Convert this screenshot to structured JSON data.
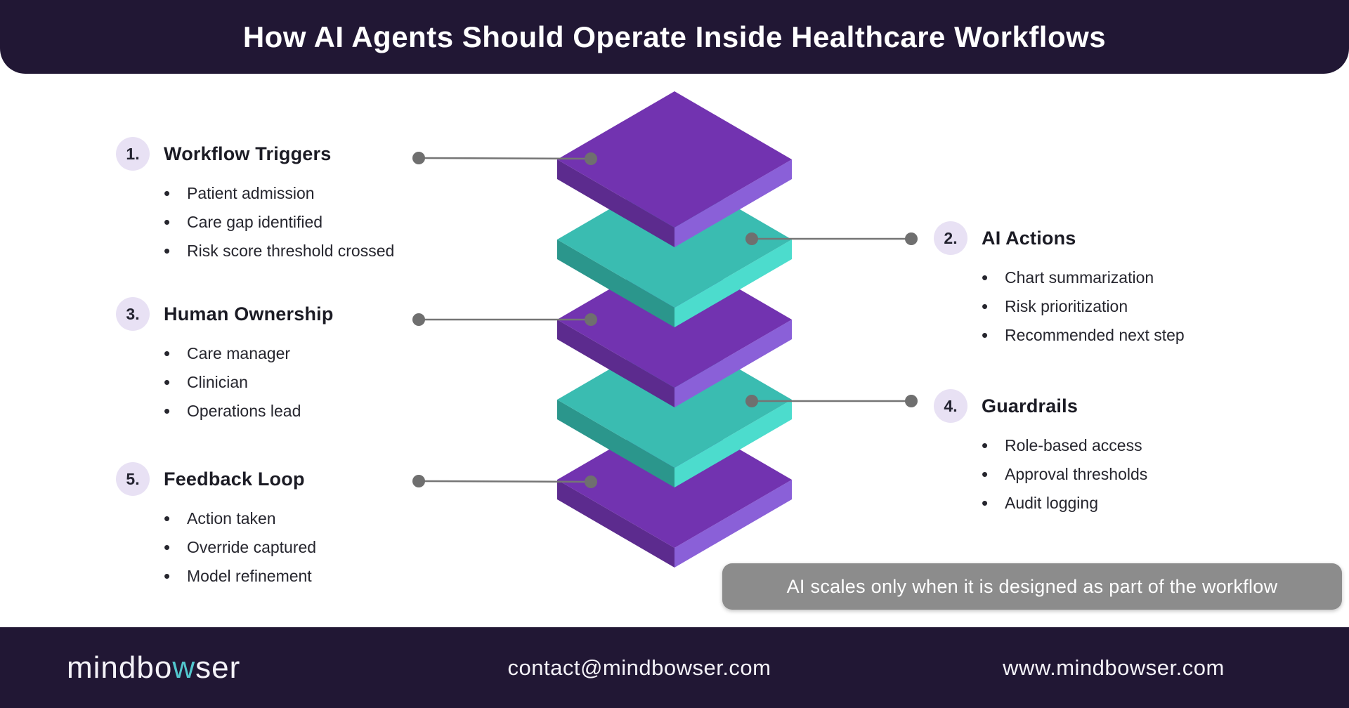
{
  "header": {
    "title": "How AI Agents Should Operate Inside Healthcare Workflows"
  },
  "sections": [
    {
      "num": "1.",
      "title": "Workflow Triggers",
      "side": "left",
      "items": [
        "Patient admission",
        "Care gap identified",
        "Risk score threshold crossed"
      ]
    },
    {
      "num": "2.",
      "title": "AI Actions",
      "side": "right",
      "items": [
        "Chart summarization",
        "Risk prioritization",
        "Recommended next step"
      ]
    },
    {
      "num": "3.",
      "title": "Human Ownership",
      "side": "left",
      "items": [
        "Care manager",
        "Clinician",
        "Operations lead"
      ]
    },
    {
      "num": "4.",
      "title": "Guardrails",
      "side": "right",
      "items": [
        "Role-based access",
        "Approval thresholds",
        "Audit logging"
      ]
    },
    {
      "num": "5.",
      "title": "Feedback Loop",
      "side": "left",
      "items": [
        "Action taken",
        "Override captured",
        "Model refinement"
      ]
    }
  ],
  "diagram": {
    "layers": [
      {
        "order": 1,
        "color": "purple"
      },
      {
        "order": 2,
        "color": "teal"
      },
      {
        "order": 3,
        "color": "purple"
      },
      {
        "order": 4,
        "color": "teal"
      },
      {
        "order": 5,
        "color": "purple"
      }
    ]
  },
  "banner": {
    "text": "AI scales only when it is designed as part of the workflow"
  },
  "footer": {
    "logo_pre": "mindbo",
    "logo_w": "w",
    "logo_post": "ser",
    "email": "contact@mindbowser.com",
    "website": "www.mindbowser.com"
  },
  "colors": {
    "header_bg": "#211734",
    "panel_bg": "#ffffff",
    "purple_top": "#7233b0",
    "purple_left": "#5c2b8e",
    "purple_right": "#8a60d8",
    "teal_top": "#3abcb1",
    "teal_left": "#2b968c",
    "teal_right": "#4cdccd",
    "connector": "#757575",
    "connector_dot": "#6f6f6f",
    "badge_bg": "#e8e1f4",
    "badge_text": "#232330",
    "heading_text": "#1b1b24",
    "body_text": "#26262e",
    "banner_bg": "#8c8c8c",
    "banner_text": "#ffffff",
    "footer_text": "#f4f2f8",
    "logo_teal": "#52c6cd"
  }
}
